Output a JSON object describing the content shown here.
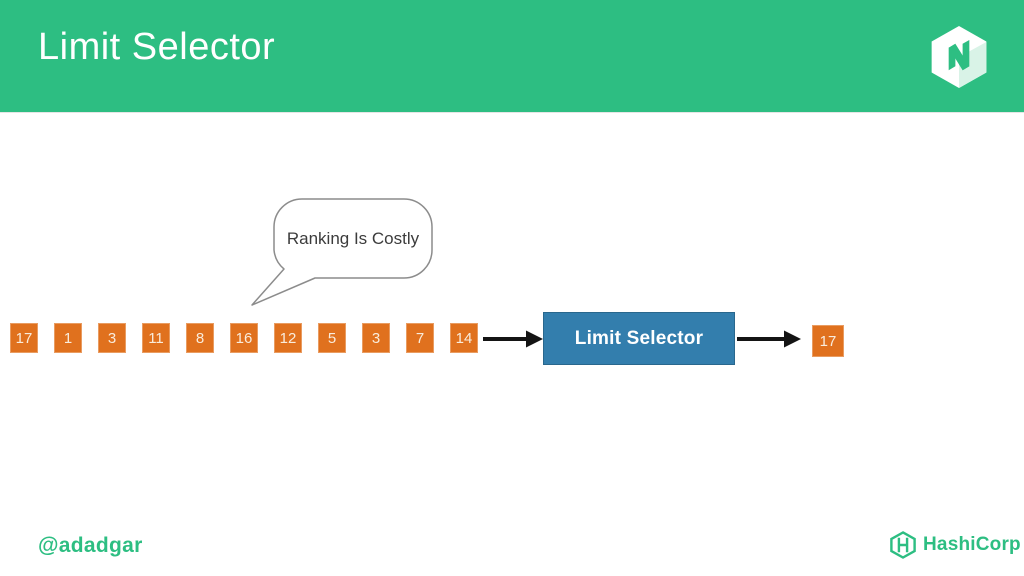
{
  "header": {
    "title": "Limit Selector"
  },
  "callout": {
    "text": "Ranking Is Costly"
  },
  "pipeline": {
    "inputs": [
      "17",
      "1",
      "3",
      "11",
      "8",
      "16",
      "12",
      "5",
      "3",
      "7",
      "14"
    ],
    "processor_label": "Limit Selector",
    "output": "17"
  },
  "footer": {
    "handle": "@adadgar",
    "brand": "HashiCorp"
  },
  "icons": {
    "top_right": "nomad-hexagon-logo",
    "footer": "hashicorp-hexagon-h-logo",
    "flow": "right-arrow"
  },
  "colors": {
    "accent_green": "#2dbe82",
    "box_orange": "#e0711e",
    "processor_blue": "#337ead",
    "arrow_black": "#141414",
    "bubble_border": "#8c8c8c"
  }
}
